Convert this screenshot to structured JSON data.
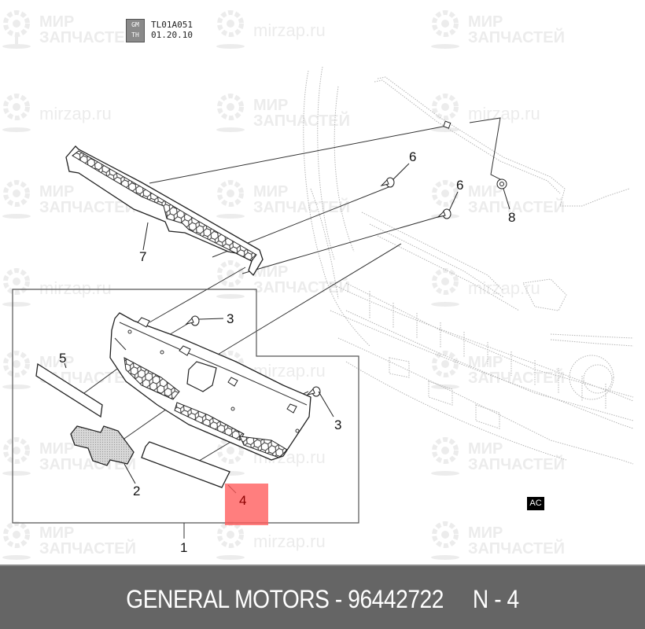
{
  "diagram": {
    "stamp": {
      "badge_top": "GM",
      "badge_bottom": "TH",
      "code": "TL01A051",
      "date": "01.20.10"
    },
    "callouts": [
      {
        "id": "1",
        "label": "1"
      },
      {
        "id": "2",
        "label": "2"
      },
      {
        "id": "3a",
        "label": "3"
      },
      {
        "id": "3b",
        "label": "3"
      },
      {
        "id": "4",
        "label": "4"
      },
      {
        "id": "5",
        "label": "5"
      },
      {
        "id": "6a",
        "label": "6"
      },
      {
        "id": "6b",
        "label": "6"
      },
      {
        "id": "7",
        "label": "7"
      },
      {
        "id": "8",
        "label": "8"
      }
    ],
    "highlighted_callout": "4",
    "highlight_color": "#ff5a5a",
    "view_badge": "AC",
    "parts_shown": [
      "grille assembly",
      "emblem",
      "screw",
      "molding strip",
      "molding strip",
      "screw",
      "upper grille",
      "clip nut"
    ]
  },
  "watermarks": {
    "brand_line1": "МИР",
    "brand_line2": "ЗАПЧАСТЕЙ",
    "site": "mirzap.ru"
  },
  "footer": {
    "brand": "GENERAL MOTORS",
    "separator": "-",
    "part_number": "96442722",
    "position_label": "N - 4",
    "text": "GENERAL MOTORS - 96442722     N - 4",
    "background": "#656565",
    "text_color": "#ffffff"
  }
}
